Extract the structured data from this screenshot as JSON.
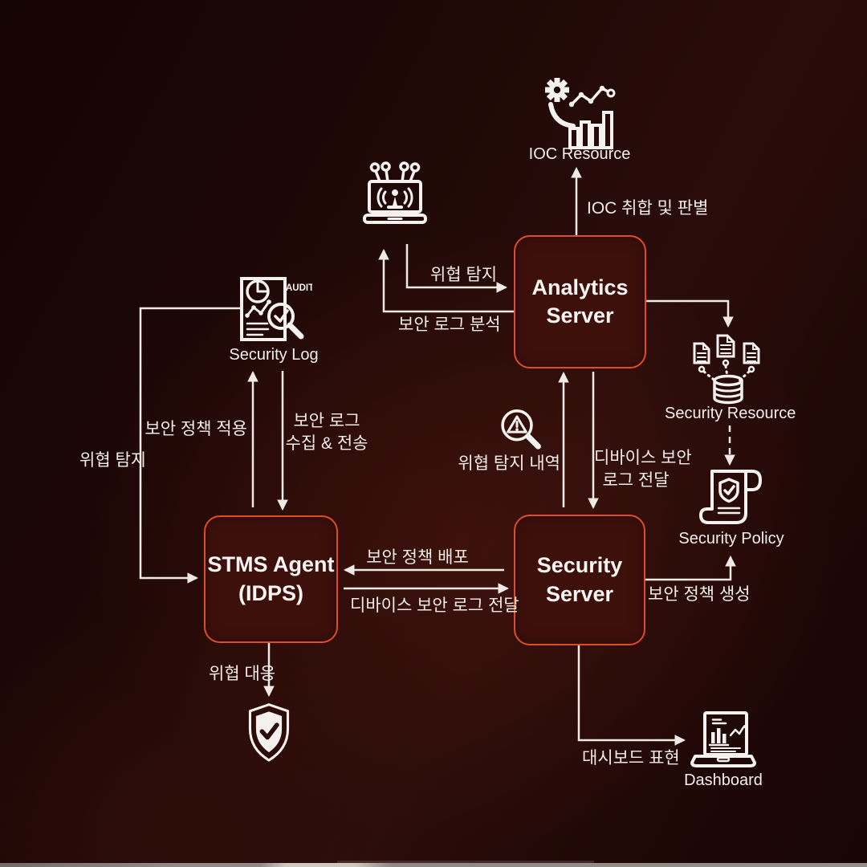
{
  "palette": {
    "background": "#1c0706",
    "node_fill": "#3e100c",
    "node_border": "#e04b28",
    "connector": "#efeae6",
    "text": "#f2ede9"
  },
  "nodes": {
    "analytics_server": {
      "line1": "Analytics",
      "line2": "Server"
    },
    "stms_agent": {
      "line1": "STMS Agent",
      "line2": "(IDPS)"
    },
    "security_server": {
      "line1": "Security",
      "line2": "Server"
    }
  },
  "captions": {
    "ioc_resource": "IOC Resource",
    "security_log": "Security Log",
    "audit_badge": "AUDIT",
    "security_resource": "Security Resource",
    "security_policy": "Security Policy",
    "dashboard": "Dashboard"
  },
  "edges": {
    "ioc_aggregation": "IOC 취합 및 판별",
    "threat_detection_to_analytics": "위협 탐지",
    "security_log_analysis": "보안 로그 분석",
    "threat_detection_to_agent": "위협 탐지",
    "security_policy_apply": "보안 정책 적용",
    "security_log_collect": {
      "line1": "보안 로그",
      "line2": "수집 & 전송"
    },
    "threat_detection_history": "위협 탐지 내역",
    "device_security_log": {
      "line1": "디바이스 보안",
      "line2": "로그 전달"
    },
    "security_policy_deploy": "보안 정책 배포",
    "device_security_log_forward": "디바이스 보안 로그 전달",
    "security_policy_create": "보안 정책 생성",
    "threat_response": "위협 대응",
    "dashboard_render": "대시보드 표현"
  },
  "icons": {
    "ioc_resource": "gear-bar-chart-icon",
    "iot_device": "laptop-signal-icon",
    "security_log": "audit-report-magnifier-icon",
    "threat_inspect": "warning-magnifier-icon",
    "security_resource": "database-documents-icon",
    "security_policy": "shield-scroll-icon",
    "threat_response": "shield-check-icon",
    "dashboard": "laptop-dashboard-icon"
  }
}
